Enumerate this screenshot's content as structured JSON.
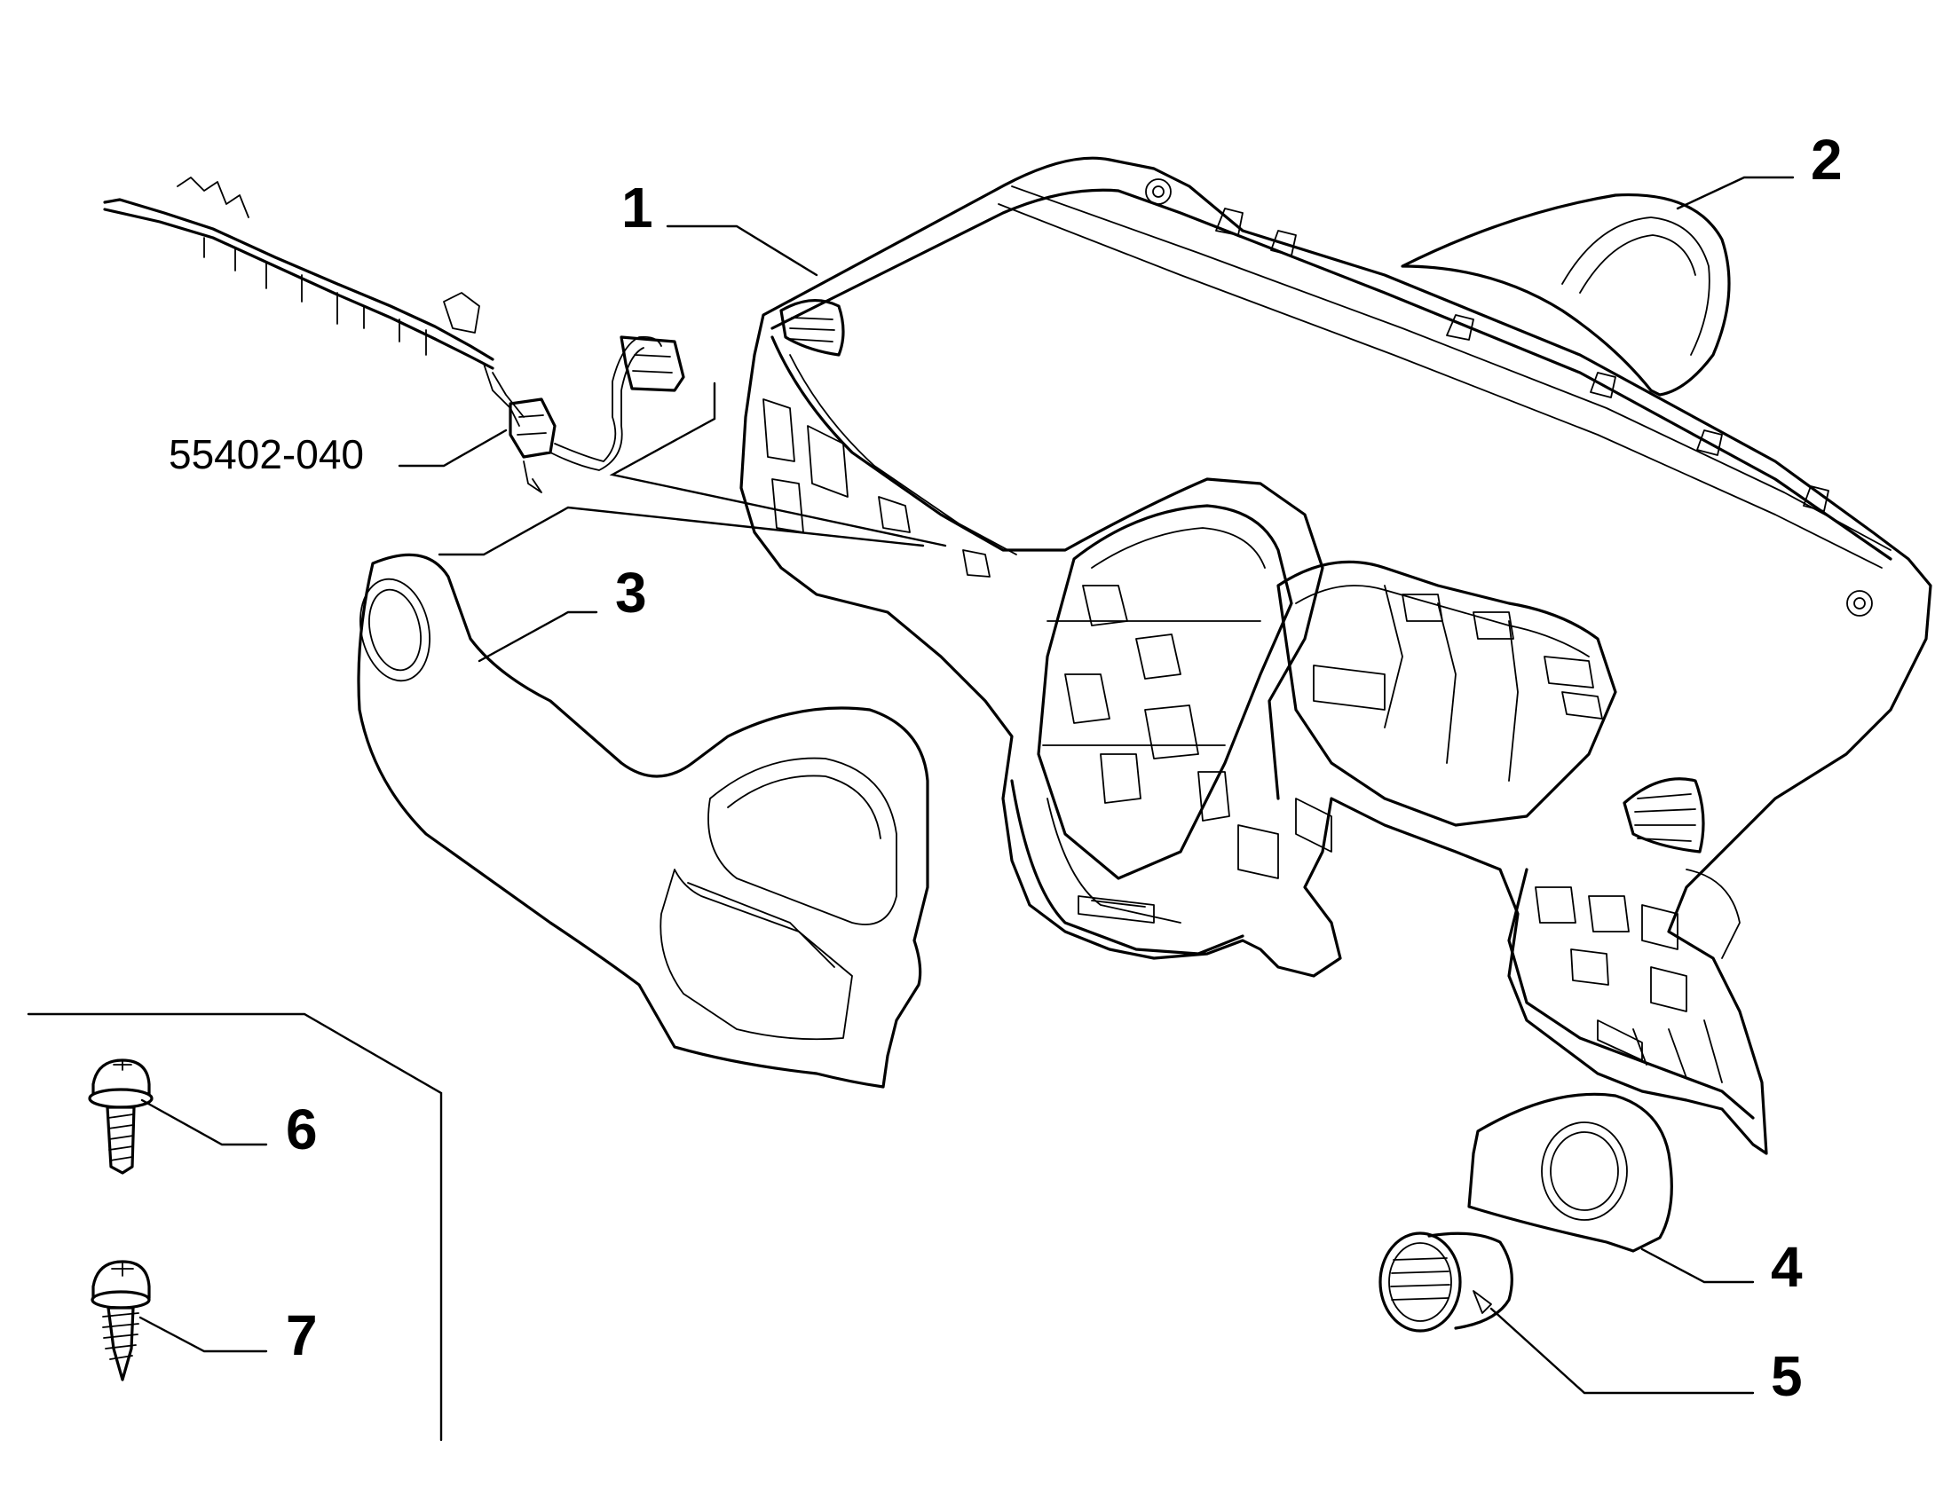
{
  "callouts": {
    "c1": "1",
    "c2": "2",
    "c3": "3",
    "c4": "4",
    "c5": "5",
    "c6": "6",
    "c7": "7"
  },
  "part_code": "55402-040",
  "colors": {
    "line": "#000000",
    "background": "#ffffff"
  }
}
